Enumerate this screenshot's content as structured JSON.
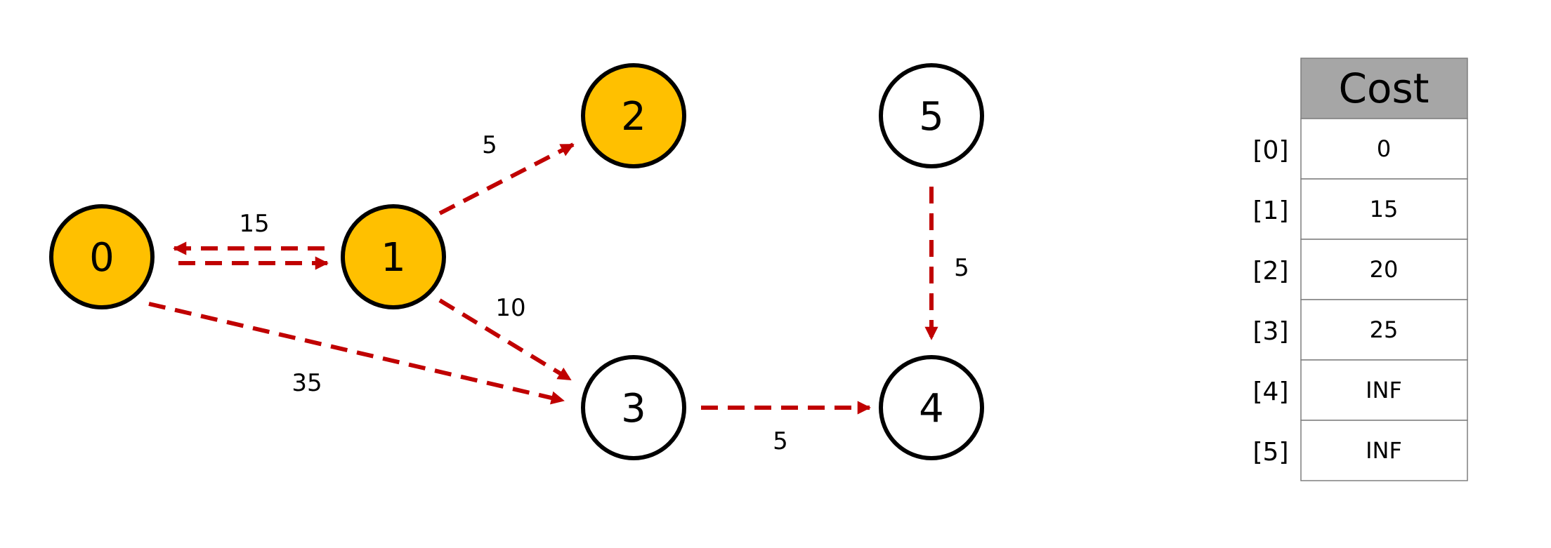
{
  "colors": {
    "visited_fill": "#FFC000",
    "unvisited_fill": "#FFFFFF",
    "node_stroke": "#000000",
    "edge": "#C00000",
    "table_header_fill": "#A6A6A6",
    "table_border": "#7F7F7F"
  },
  "graph": {
    "nodes": [
      {
        "id": "0",
        "label": "0",
        "visited": true
      },
      {
        "id": "1",
        "label": "1",
        "visited": true
      },
      {
        "id": "2",
        "label": "2",
        "visited": true
      },
      {
        "id": "3",
        "label": "3",
        "visited": false
      },
      {
        "id": "4",
        "label": "4",
        "visited": false
      },
      {
        "id": "5",
        "label": "5",
        "visited": false
      }
    ],
    "edges": [
      {
        "from": "1",
        "to": "0",
        "weight": "15"
      },
      {
        "from": "0",
        "to": "1",
        "weight": ""
      },
      {
        "from": "1",
        "to": "2",
        "weight": "5"
      },
      {
        "from": "1",
        "to": "3",
        "weight": "10"
      },
      {
        "from": "0",
        "to": "3",
        "weight": "35"
      },
      {
        "from": "3",
        "to": "4",
        "weight": "5"
      },
      {
        "from": "5",
        "to": "4",
        "weight": "5"
      }
    ]
  },
  "cost_table": {
    "header": "Cost",
    "rows": [
      {
        "index": "[0]",
        "value": "0"
      },
      {
        "index": "[1]",
        "value": "15"
      },
      {
        "index": "[2]",
        "value": "20"
      },
      {
        "index": "[3]",
        "value": "25"
      },
      {
        "index": "[4]",
        "value": "INF"
      },
      {
        "index": "[5]",
        "value": "INF"
      }
    ]
  }
}
